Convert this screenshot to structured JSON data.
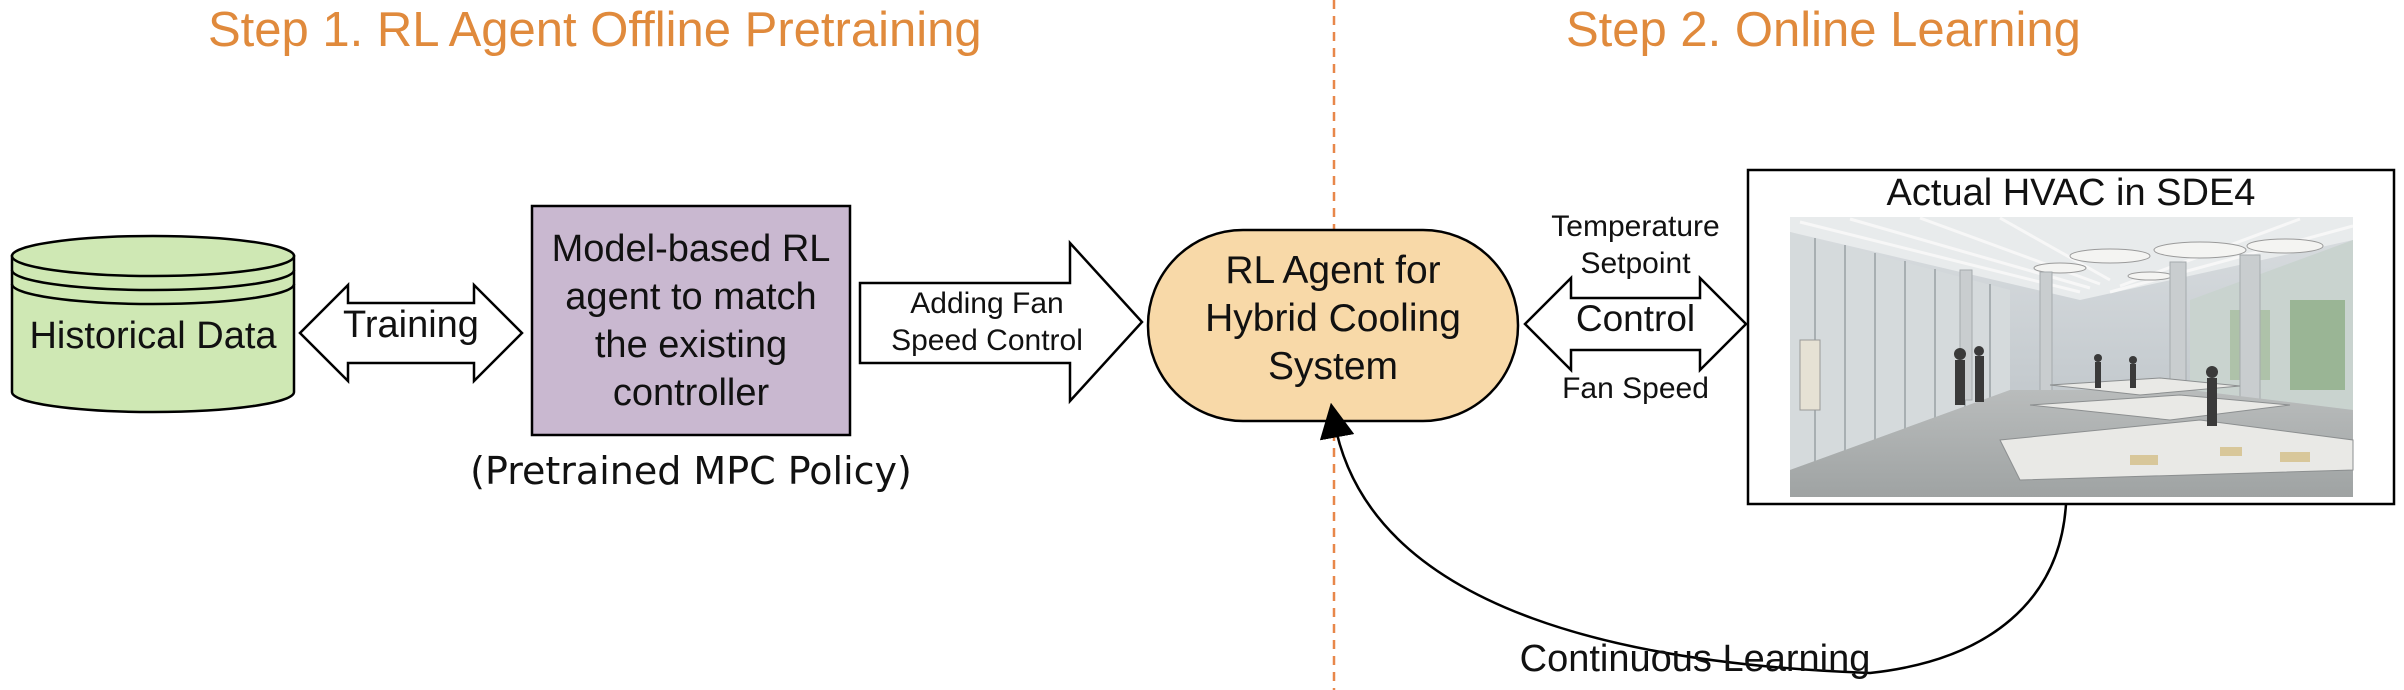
{
  "step1": {
    "title": "Step 1. RL Agent Offline Pretraining"
  },
  "step2": {
    "title": "Step 2. Online Learning"
  },
  "historical_data": {
    "label": "Historical Data"
  },
  "training_arrow": {
    "label": "Training"
  },
  "mpc_agent": {
    "label": "Model-based RL agent to match the existing controller",
    "caption": "(Pretrained MPC Policy)"
  },
  "fan_arrow": {
    "line1": "Adding Fan",
    "line2": "Speed Control"
  },
  "rl_agent": {
    "line1": "RL Agent for",
    "line2": "Hybrid Cooling",
    "line3": "System"
  },
  "control_arrow": {
    "top_line1": "Temperature",
    "top_line2": "Setpoint",
    "center": "Control",
    "bottom": "Fan Speed"
  },
  "hvac": {
    "title": "Actual HVAC in SDE4"
  },
  "loop": {
    "label": "Continuous Learning"
  },
  "colors": {
    "step_title": "#E08A3C",
    "divider": "#E8874A",
    "cylinder_fill": "#CFE8B4",
    "mpc_fill": "#C9B8D0",
    "agent_fill": "#F8D9A8"
  }
}
